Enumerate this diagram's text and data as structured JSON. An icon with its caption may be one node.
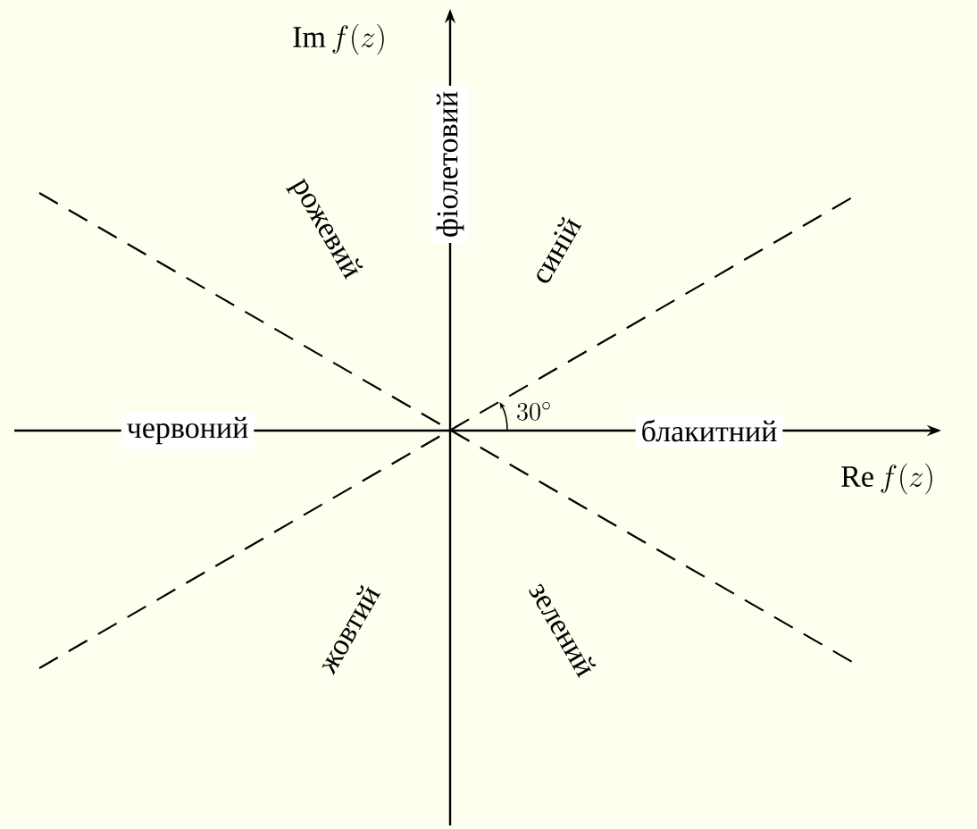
{
  "diagram": {
    "labels": [
      "\\mathrm{Im}\\, f(z)",
      "фіолетовий",
      "рожевий",
      "синій",
      "червоний",
      "30^\\circ",
      "блакитний",
      "\\mathrm{Re}\\, f(z)",
      "жовтий",
      "зелений"
    ]
  }
}
